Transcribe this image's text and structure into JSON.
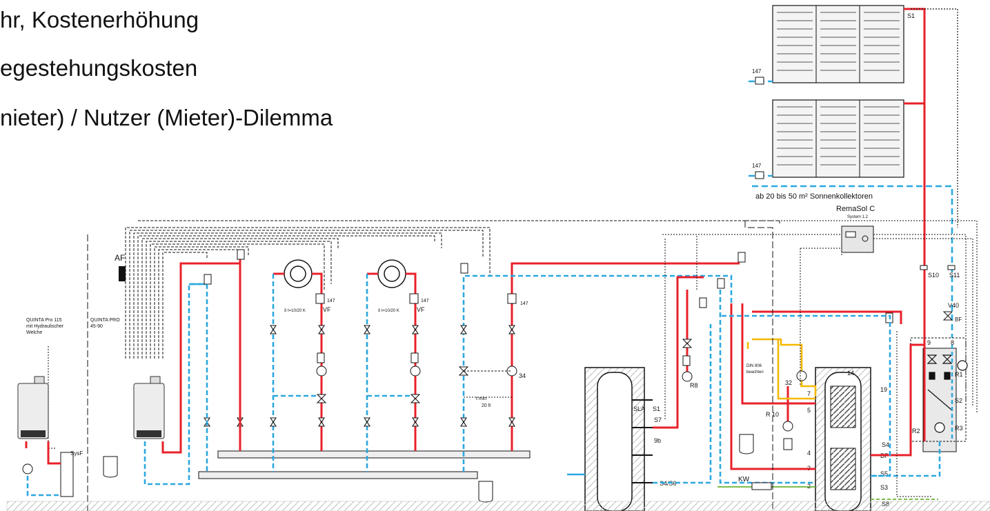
{
  "slide": {
    "bullets": [
      "hr, Kostenerhöhung",
      "egestehungskosten",
      "nieter) / Nutzer (Mieter)-Dilemma"
    ]
  },
  "diagram": {
    "colors": {
      "hot": "#e8202a",
      "cold": "#2aa8e0",
      "gas": "#f5b800",
      "green": "#7dbb4a",
      "line": "#111111",
      "fill": "#eeeeee"
    },
    "collector_label": "ab 20 bis 50 m² Sonnenkollektoren",
    "controller_name": "RemaSol C",
    "controller_system": "System 1.2",
    "boiler_1": [
      "QUINTA Pro 115",
      "mit Hydraulischer",
      "Welche"
    ],
    "boiler_2": [
      "QUINTA PRO",
      "45-90"
    ],
    "outdoor_sensor": "AF",
    "din_note": [
      "DIN 806",
      "beachten"
    ],
    "kw_label": "KW",
    "tmin_label": [
      "t min",
      "20 lt"
    ],
    "circuit_temp": "δ t=10/20 K",
    "tags": {
      "s1": "S1",
      "p147": "147",
      "s10": "S10",
      "s11": "S11",
      "v40": "V40",
      "bf": "BF",
      "n9": "9",
      "n8": "8",
      "r1": "R1",
      "s2": "S2",
      "r2": "R2",
      "r3": "R3",
      "vf": "VF",
      "n34": "34",
      "sysf": "SysF",
      "sla": "SLA",
      "s7": "S7",
      "s1b": "S1",
      "n9b": "9b",
      "s4s6": "S4/S6",
      "r8": "R8",
      "n32": "32",
      "r10": "R 10",
      "n7": "7",
      "n5": "5",
      "n4": "4",
      "n3": "3",
      "n2": "2",
      "n14": "14",
      "n19": "19",
      "s4": "S4",
      "s5": "S5",
      "s3": "S3",
      "s8": "S8"
    }
  }
}
